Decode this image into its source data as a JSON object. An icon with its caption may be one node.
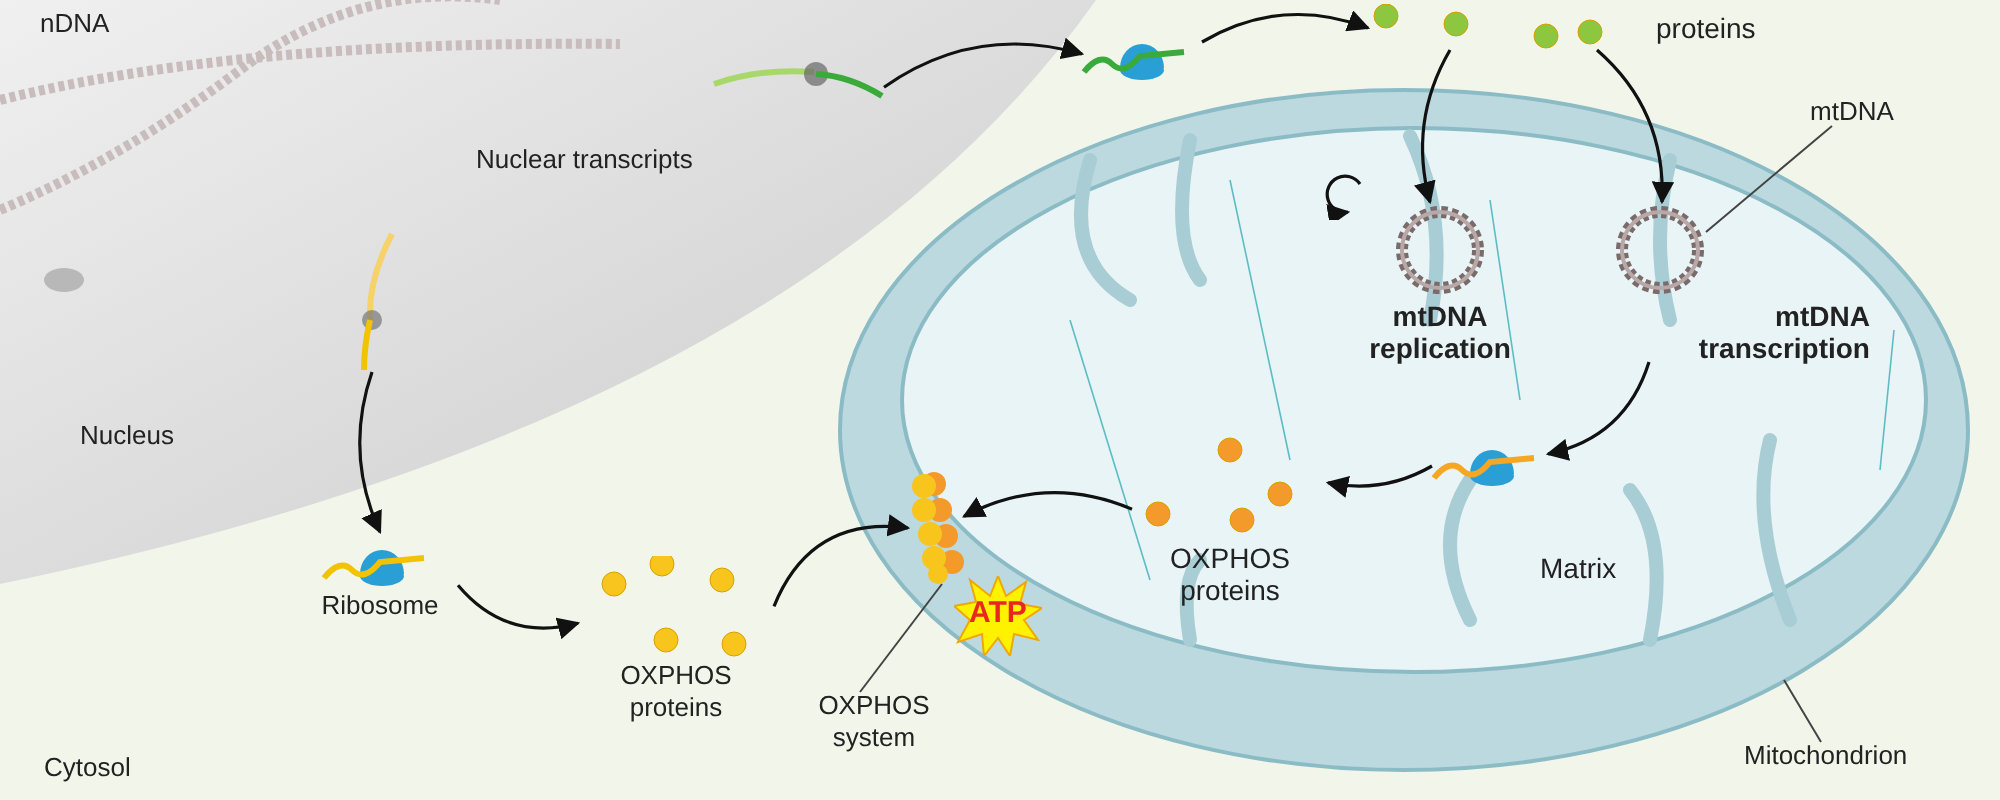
{
  "diagram": {
    "nodes": [
      {
        "text": [
          "Nucleus"
        ]
      },
      {
        "text": [],
        "shape": "picture",
        "in": 0
      },
      {
        "text": [],
        "shape": "picture",
        "in": 0
      },
      {
        "text": [
          "Ribosome"
        ]
      },
      {
        "text": [
          "OXPHOS proteins"
        ]
      },
      {
        "text": [],
        "shape": "picture"
      },
      {
        "text": [
          "proteins"
        ]
      },
      {
        "text": [],
        "shape": "picture"
      },
      {
        "text": [
          "Mitochondrion"
        ]
      },
      {
        "text": [
          "mtDNA replication"
        ],
        "in": 7
      },
      {
        "text": [
          "mtDNA transcription"
        ],
        "in": 7
      },
      {
        "text": [
          "mtDNA"
        ]
      },
      {
        "text": [],
        "shape": "picture",
        "in": 7
      },
      {
        "text": [
          "OXPHOS proteins"
        ],
        "in": 7
      },
      {
        "text": [],
        "shape": "picture",
        "in": 7
      },
      {
        "text": [
          "ATP"
        ],
        "in": 7
      },
      {
        "text": [
          "OXPHOS system"
        ]
      }
    ],
    "edges": [
      {
        "from": 1,
        "to": 3,
        "arrow": "to"
      },
      {
        "from": 3,
        "to": 4,
        "arrow": "to"
      },
      {
        "from": 4,
        "to": 14,
        "arrow": "to"
      },
      {
        "from": 2,
        "to": 5,
        "arrow": "to"
      },
      {
        "from": 5,
        "to": 6,
        "arrow": "to"
      },
      {
        "from": 6,
        "to": 9,
        "arrow": "to"
      },
      {
        "from": 6,
        "to": 10,
        "arrow": "to"
      },
      {
        "from": 10,
        "to": 12,
        "arrow": "to"
      },
      {
        "from": 12,
        "to": 13,
        "arrow": "to"
      },
      {
        "from": 13,
        "to": 14,
        "arrow": "to"
      },
      {
        "from": 11,
        "to": 10,
        "arrow": "none"
      },
      {
        "from": 16,
        "to": 14,
        "arrow": "none"
      },
      {
        "from": 8,
        "to": 7,
        "arrow": "none"
      }
    ],
    "labels": [
      "nDNA",
      "Nuclear transcripts",
      "Matrix",
      "Cytosol"
    ]
  }
}
